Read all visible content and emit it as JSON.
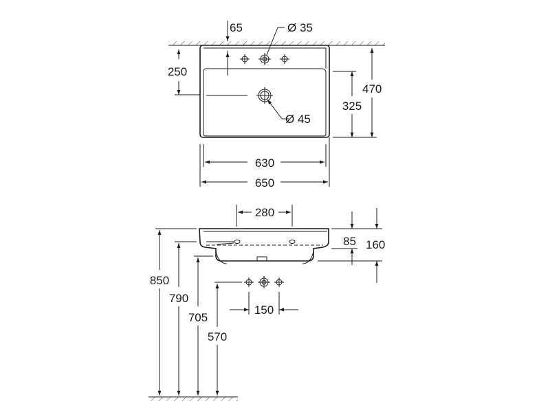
{
  "top_view": {
    "dim_tap_offset": "65",
    "dim_tap_hole": "Ø 35",
    "dim_tap_depth": "250",
    "dim_outer_depth": "470",
    "dim_bowl_depth": "325",
    "dim_waste_hole": "Ø 45",
    "dim_inner_width": "630",
    "dim_outer_width": "650"
  },
  "side_view": {
    "dim_tap_spacing": "280",
    "dim_rim_height": "85",
    "dim_total_height": "160",
    "dim_mount_850": "850",
    "dim_mount_790": "790",
    "dim_mount_705": "705",
    "dim_mount_570": "570",
    "dim_hole_spacing": "150"
  }
}
